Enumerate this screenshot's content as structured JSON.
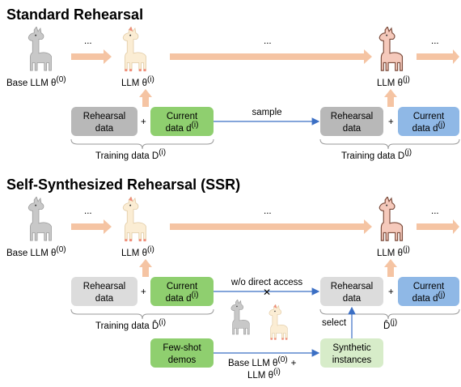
{
  "standard": {
    "title": "Standard Rehearsal",
    "ellipsis": "...",
    "base_llm_label": "Base LLM θ",
    "base_llm_sup": "(0)",
    "llm_i_label": "LLM θ",
    "llm_i_sup": "(i)",
    "llm_j_label": "LLM θ",
    "llm_j_sup": "(j)",
    "rehearsal_line1": "Rehearsal",
    "rehearsal_line2": "data",
    "current_line1": "Current",
    "current_line2_i": "data d",
    "current_sup_i": "(i)",
    "current_line2_j": "data d",
    "current_sup_j": "(j)",
    "plus": "+",
    "arrow_label": "sample",
    "training_i": "Training data D",
    "training_i_sup": "(i)",
    "training_j": "Training data D",
    "training_j_sup": "(j)"
  },
  "ssr": {
    "title": "Self-Synthesized Rehearsal (SSR)",
    "ellipsis": "...",
    "base_llm_label": "Base LLM θ",
    "base_llm_sup": "(0)",
    "llm_i_label": "LLM θ",
    "llm_i_sup": "(i)",
    "llm_j_label": "LLM θ",
    "llm_j_sup": "(j)",
    "rehearsal_line1": "Rehearsal",
    "rehearsal_line2": "data",
    "current_line1": "Current",
    "current_line2_i": "data d",
    "current_sup_i": "(i)",
    "current_line2_j": "data d",
    "current_sup_j": "(j)",
    "plus": "+",
    "no_access_label": "w/o direct access",
    "cross": "✕",
    "training_i": "Training data D̂",
    "training_i_sup": "(i)",
    "training_j": "D̂",
    "training_j_sup": "(j)",
    "fewshot_line1": "Few-shot",
    "fewshot_line2": "demos",
    "synthetic_line1": "Synthetic",
    "synthetic_line2": "instances",
    "select_label": "select",
    "gen_label_line1": "Base LLM θ",
    "gen_label_sup1": "(0)",
    "gen_label_plus": "+",
    "gen_label_line2": "LLM θ",
    "gen_label_sup2": "(i)"
  },
  "colors": {
    "gray_box": "#b8b8b8",
    "light_gray_box": "#dcdcdc",
    "green_box": "#8fcf6f",
    "light_green_box": "#d7ecc9",
    "blue_box": "#8fb8e6",
    "arrow_peach": "#f5c4a3",
    "arrow_blue": "#3b6fc4",
    "llama_gray": "#c8c8c8",
    "llama_cream": "#fbedd4",
    "llama_pink": "#f5c9bb"
  },
  "icons": [
    "llama-gray-icon",
    "llama-cream-icon",
    "llama-pink-icon"
  ]
}
